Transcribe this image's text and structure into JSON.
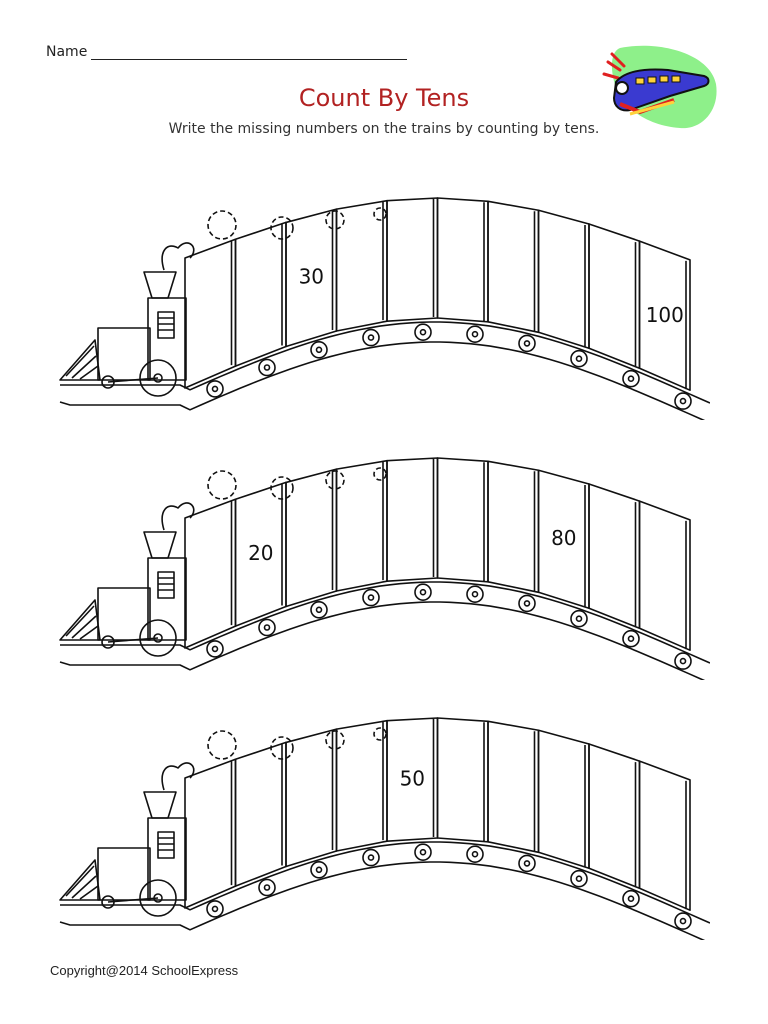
{
  "header": {
    "name_label": "Name",
    "title": "Count By Tens",
    "instructions": "Write the missing numbers on the trains by counting by tens."
  },
  "trains": [
    {
      "label": "train-1",
      "cars": [
        "",
        "",
        "30",
        "",
        "",
        "",
        "",
        "",
        "",
        "100"
      ]
    },
    {
      "label": "train-2",
      "cars": [
        "",
        "20",
        "",
        "",
        "",
        "",
        "",
        "80",
        "",
        ""
      ]
    },
    {
      "label": "train-3",
      "cars": [
        "",
        "",
        "",
        "",
        "50",
        "",
        "",
        "",
        "",
        ""
      ]
    }
  ],
  "footer": {
    "copyright": "Copyright@2014 SchoolExpress"
  },
  "colors": {
    "title": "#b22222",
    "clipart_green": "#8ef08a",
    "clipart_blue": "#3a3ad0"
  }
}
